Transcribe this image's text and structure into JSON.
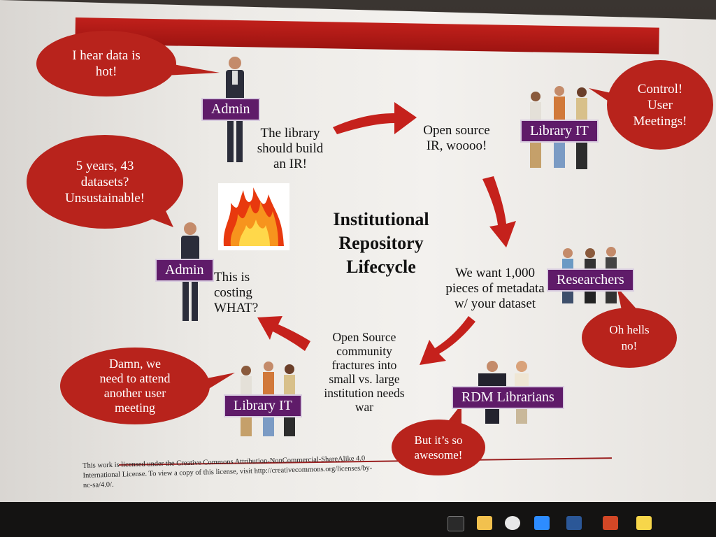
{
  "diagram": {
    "title": "Institutional\nRepository\nLifecycle",
    "bubbles": {
      "admin_top": "I hear data is\nhot!",
      "library_it_top": "Control!\nUser\nMeetings!",
      "admin_left": "5 years, 43\ndatasets?\nUnsustainable!",
      "researchers": "Oh hells\nno!",
      "library_it_bottom": "Damn, we\nneed to attend\nanother user\nmeeting",
      "rdm": "But it’s so\nawesome!"
    },
    "labels": {
      "admin_top": "Admin",
      "library_it_top": "Library IT",
      "admin_left": "Admin",
      "researchers": "Researchers",
      "library_it_bottom": "Library IT",
      "rdm": "RDM Librarians"
    },
    "captions": {
      "build_ir": "The library\nshould build\nan IR!",
      "open_source": "Open source\nIR, woooo!",
      "metadata": "We want 1,000\npieces of metadata\nw/ your dataset",
      "community": "Open Source\ncommunity\nfractures into\nsmall vs. large\ninstitution needs\nwar",
      "costing": "This is\ncosting\nWHAT?"
    },
    "license": "This work is licensed under the Creative Commons Attribution-NonCommercial-ShareAlike 4.0 International License. To view a copy of this license, visit http://creativecommons.org/licenses/by-nc-sa/4.0/.",
    "colors": {
      "bubble_red": "#b8231c",
      "label_purple": "#5f1b69",
      "arrow_red": "#c5211c"
    }
  },
  "taskbar": {
    "icons": [
      "task-view-icon",
      "explorer-icon",
      "chrome-icon",
      "zoom-icon",
      "word-icon",
      "powerpoint-icon",
      "sticky-notes-icon"
    ]
  }
}
